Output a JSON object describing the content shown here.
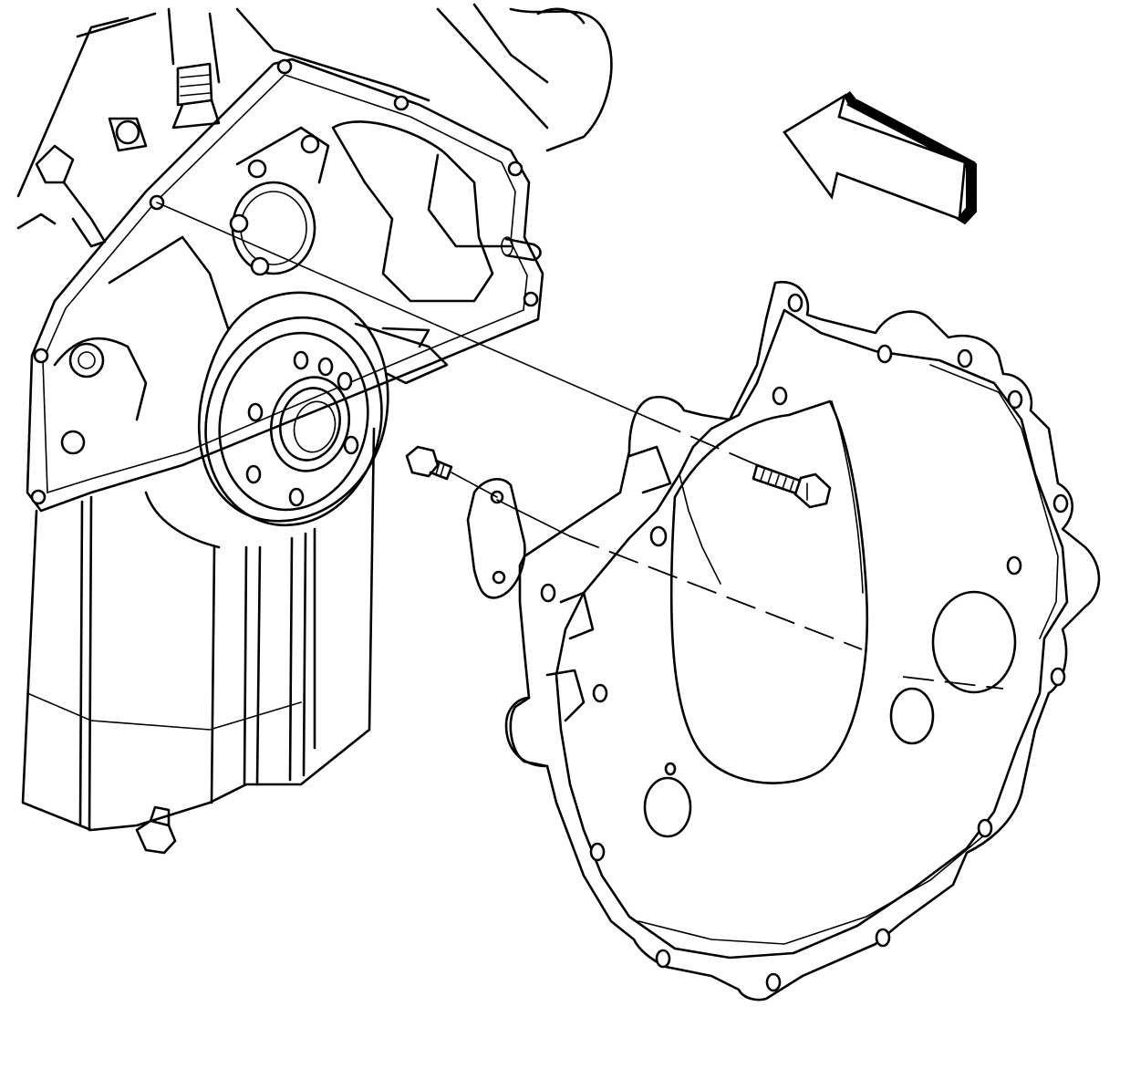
{
  "figure": {
    "kind": "exploded-view line drawing",
    "colors": {
      "line": "#000000",
      "background": "#ffffff"
    },
    "components": [
      "engine-block-rear",
      "crankshaft-rear-seal",
      "oil-pan",
      "transmission-adapter-plate",
      "cover-plate",
      "bolt-long",
      "bolt-short",
      "installation-direction-arrow"
    ]
  }
}
